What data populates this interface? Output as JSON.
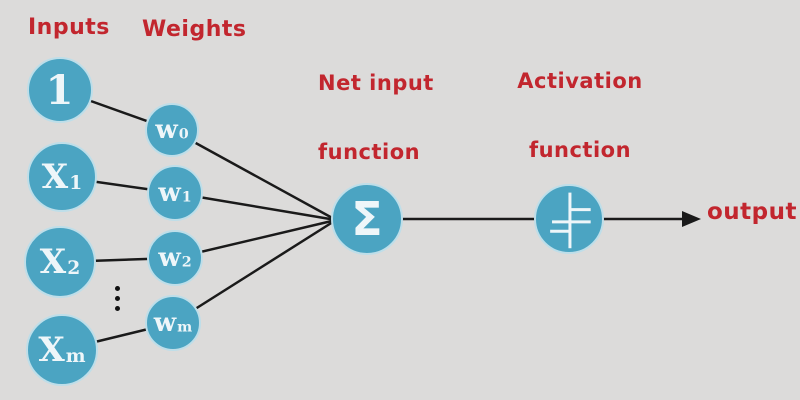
{
  "diagram": {
    "type": "perceptron",
    "headings": {
      "inputs": "Inputs",
      "weights": "Weights",
      "net_input": [
        "Net input",
        "function"
      ],
      "activation": [
        "Activation",
        "function"
      ],
      "output": "output"
    },
    "input_nodes": [
      {
        "base": "1",
        "sub": ""
      },
      {
        "base": "X",
        "sub": "1"
      },
      {
        "base": "X",
        "sub": "2"
      },
      {
        "base": "X",
        "sub": "m"
      }
    ],
    "weight_nodes": [
      {
        "base": "w",
        "sub": "0"
      },
      {
        "base": "w",
        "sub": "1"
      },
      {
        "base": "w",
        "sub": "2"
      },
      {
        "base": "w",
        "sub": "m"
      }
    ],
    "sum_symbol": "Σ",
    "activation_icon": "step-function",
    "colors": {
      "background": "#dcdbda",
      "node_fill": "#4ba4c2",
      "node_rim": "#bedee9",
      "node_text": "#eef6f9",
      "label_red": "#c2262e",
      "wire": "#1a1a1a"
    }
  }
}
